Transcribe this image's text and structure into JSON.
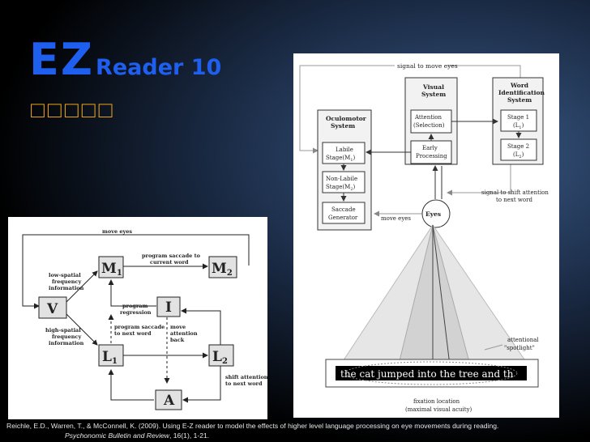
{
  "title": {
    "main": "EZ",
    "version": "Reader 10"
  },
  "subtitle": "□□□□□",
  "diagram_left": {
    "nodes": {
      "M1": "M",
      "M1_sub": "1",
      "M2": "M",
      "M2_sub": "2",
      "V": "V",
      "I": "I",
      "L1": "L",
      "L1_sub": "1",
      "L2": "L",
      "L2_sub": "2",
      "A": "A"
    },
    "labels": {
      "move_eyes": "move eyes",
      "program_saccade_1": "program saccade to",
      "program_saccade_2": "current word",
      "low_spatial_1": "low-spatial",
      "low_spatial_2": "frequency",
      "low_spatial_3": "information",
      "high_spatial_1": "high-spatial",
      "high_spatial_2": "frequency",
      "high_spatial_3": "information",
      "program_regression_1": "program",
      "program_regression_2": "regression",
      "saccade_next_1": "program saccade",
      "saccade_next_2": "to next word",
      "move_attention_1": "move",
      "move_attention_2": "attention",
      "move_attention_3": "back",
      "shift_attention_1": "shift attention",
      "shift_attention_2": "to next word"
    }
  },
  "diagram_right": {
    "signal_move_eyes": "signal to move eyes",
    "visual_system_1": "Visual",
    "visual_system_2": "System",
    "word_id_1": "Word",
    "word_id_2": "Identification",
    "word_id_3": "System",
    "attention_1": "Attention",
    "attention_2": "(Selection)",
    "stage1_1": "Stage 1",
    "stage1_2": "(L",
    "stage1_sub": "1",
    "stage1_3": ")",
    "oculomotor_1": "Oculomotor",
    "oculomotor_2": "System",
    "early_1": "Early",
    "early_2": "Processing",
    "stage2_1": "Stage 2",
    "stage2_2": "(L",
    "stage2_sub": "2",
    "stage2_3": ")",
    "labile_1": "Labile",
    "labile_2": "Stage(M",
    "labile_sub": "1",
    "labile_3": ")",
    "nonlabile_1": "Non-Labile",
    "nonlabile_2": "Stage(M",
    "nonlabile_sub": "2",
    "nonlabile_3": ")",
    "signal_shift_1": "signal to shift attention",
    "signal_shift_2": "to next word",
    "saccade_gen_1": "Saccade",
    "saccade_gen_2": "Generator",
    "move_eyes": "move eyes",
    "eyes": "Eyes",
    "spotlight_1": "attentional",
    "spotlight_2": "\"spotlight\"",
    "sentence": "the cat jumped into the tree and th",
    "fixation_1": "fixation location",
    "fixation_2": "(maximal visual acuity)"
  },
  "citation": {
    "line1": "Reichle, E.D., Warren, T., & McConnell, K. (2009). Using E-Z reader to model the effects of higher level language processing on eye movements during reading.",
    "journal": "Psychonomic Bulletin and Review",
    "details": ", 16(1), 1-21."
  }
}
